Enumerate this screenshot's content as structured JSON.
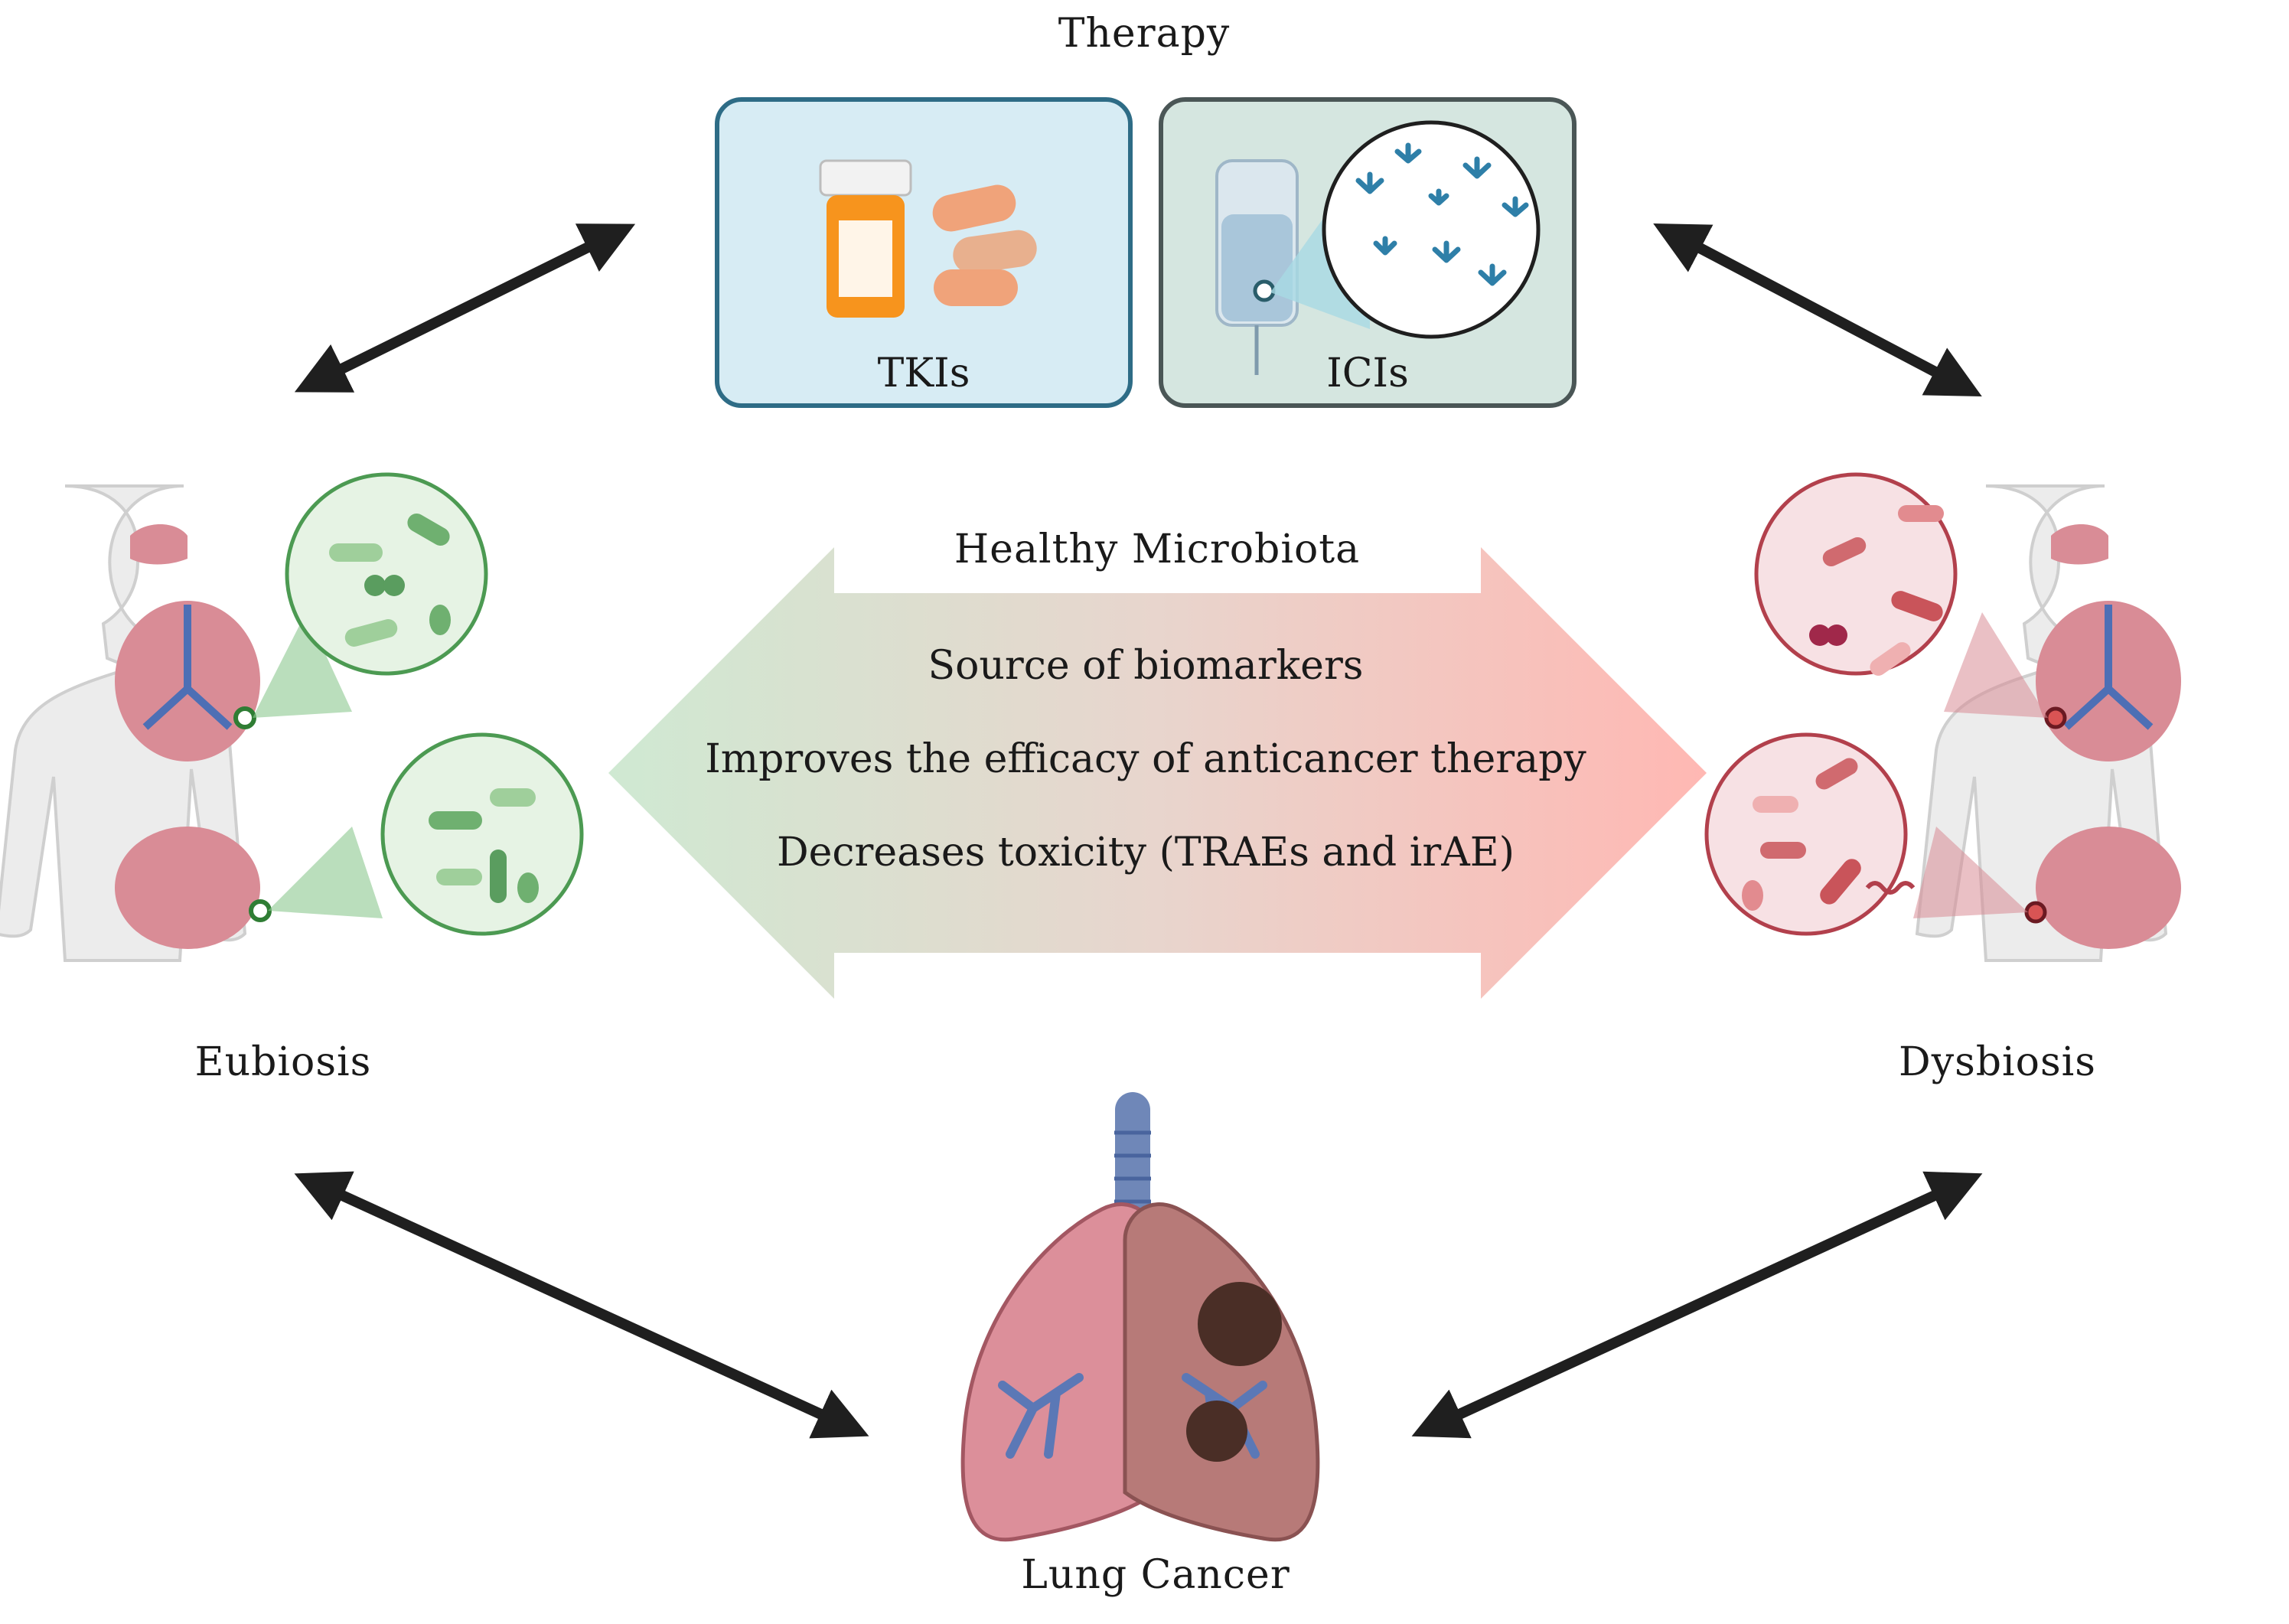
{
  "therapy": {
    "title": "Therapy",
    "boxes": [
      {
        "label": "TKIs",
        "fill": "#d7ecf4",
        "stroke": "#2e6c86"
      },
      {
        "label": "ICIs",
        "fill": "#d5e6e0",
        "stroke": "#4a5656"
      }
    ]
  },
  "center": {
    "title": "Healthy Microbiota",
    "points": [
      "Source of biomarkers",
      "Improves the efficacy of anticancer therapy",
      "Decreases toxicity (TRAEs and irAE)"
    ],
    "gradient_left": "#cfe9d2",
    "gradient_right": "#ffb8b3"
  },
  "left": {
    "label": "Eubiosis",
    "accent": "#5aa45f"
  },
  "right": {
    "label": "Dysbiosis",
    "accent": "#b2404c"
  },
  "bottom": {
    "label": "Lung Cancer"
  },
  "colors": {
    "arrow": "#1f1f1f",
    "lung": "#dc8f9a",
    "trachea": "#6f87b8",
    "tumor": "#4a2e26"
  }
}
